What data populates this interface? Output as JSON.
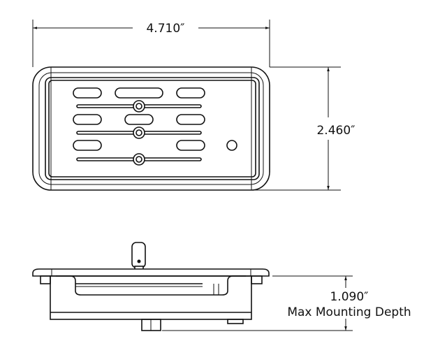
{
  "dimensions": {
    "width_label": "4.710″",
    "height_label": "2.460″",
    "depth_label": "1.090″",
    "depth_caption": "Max Mounting Depth"
  },
  "colors": {
    "line": "#111111",
    "background": "#ffffff"
  }
}
